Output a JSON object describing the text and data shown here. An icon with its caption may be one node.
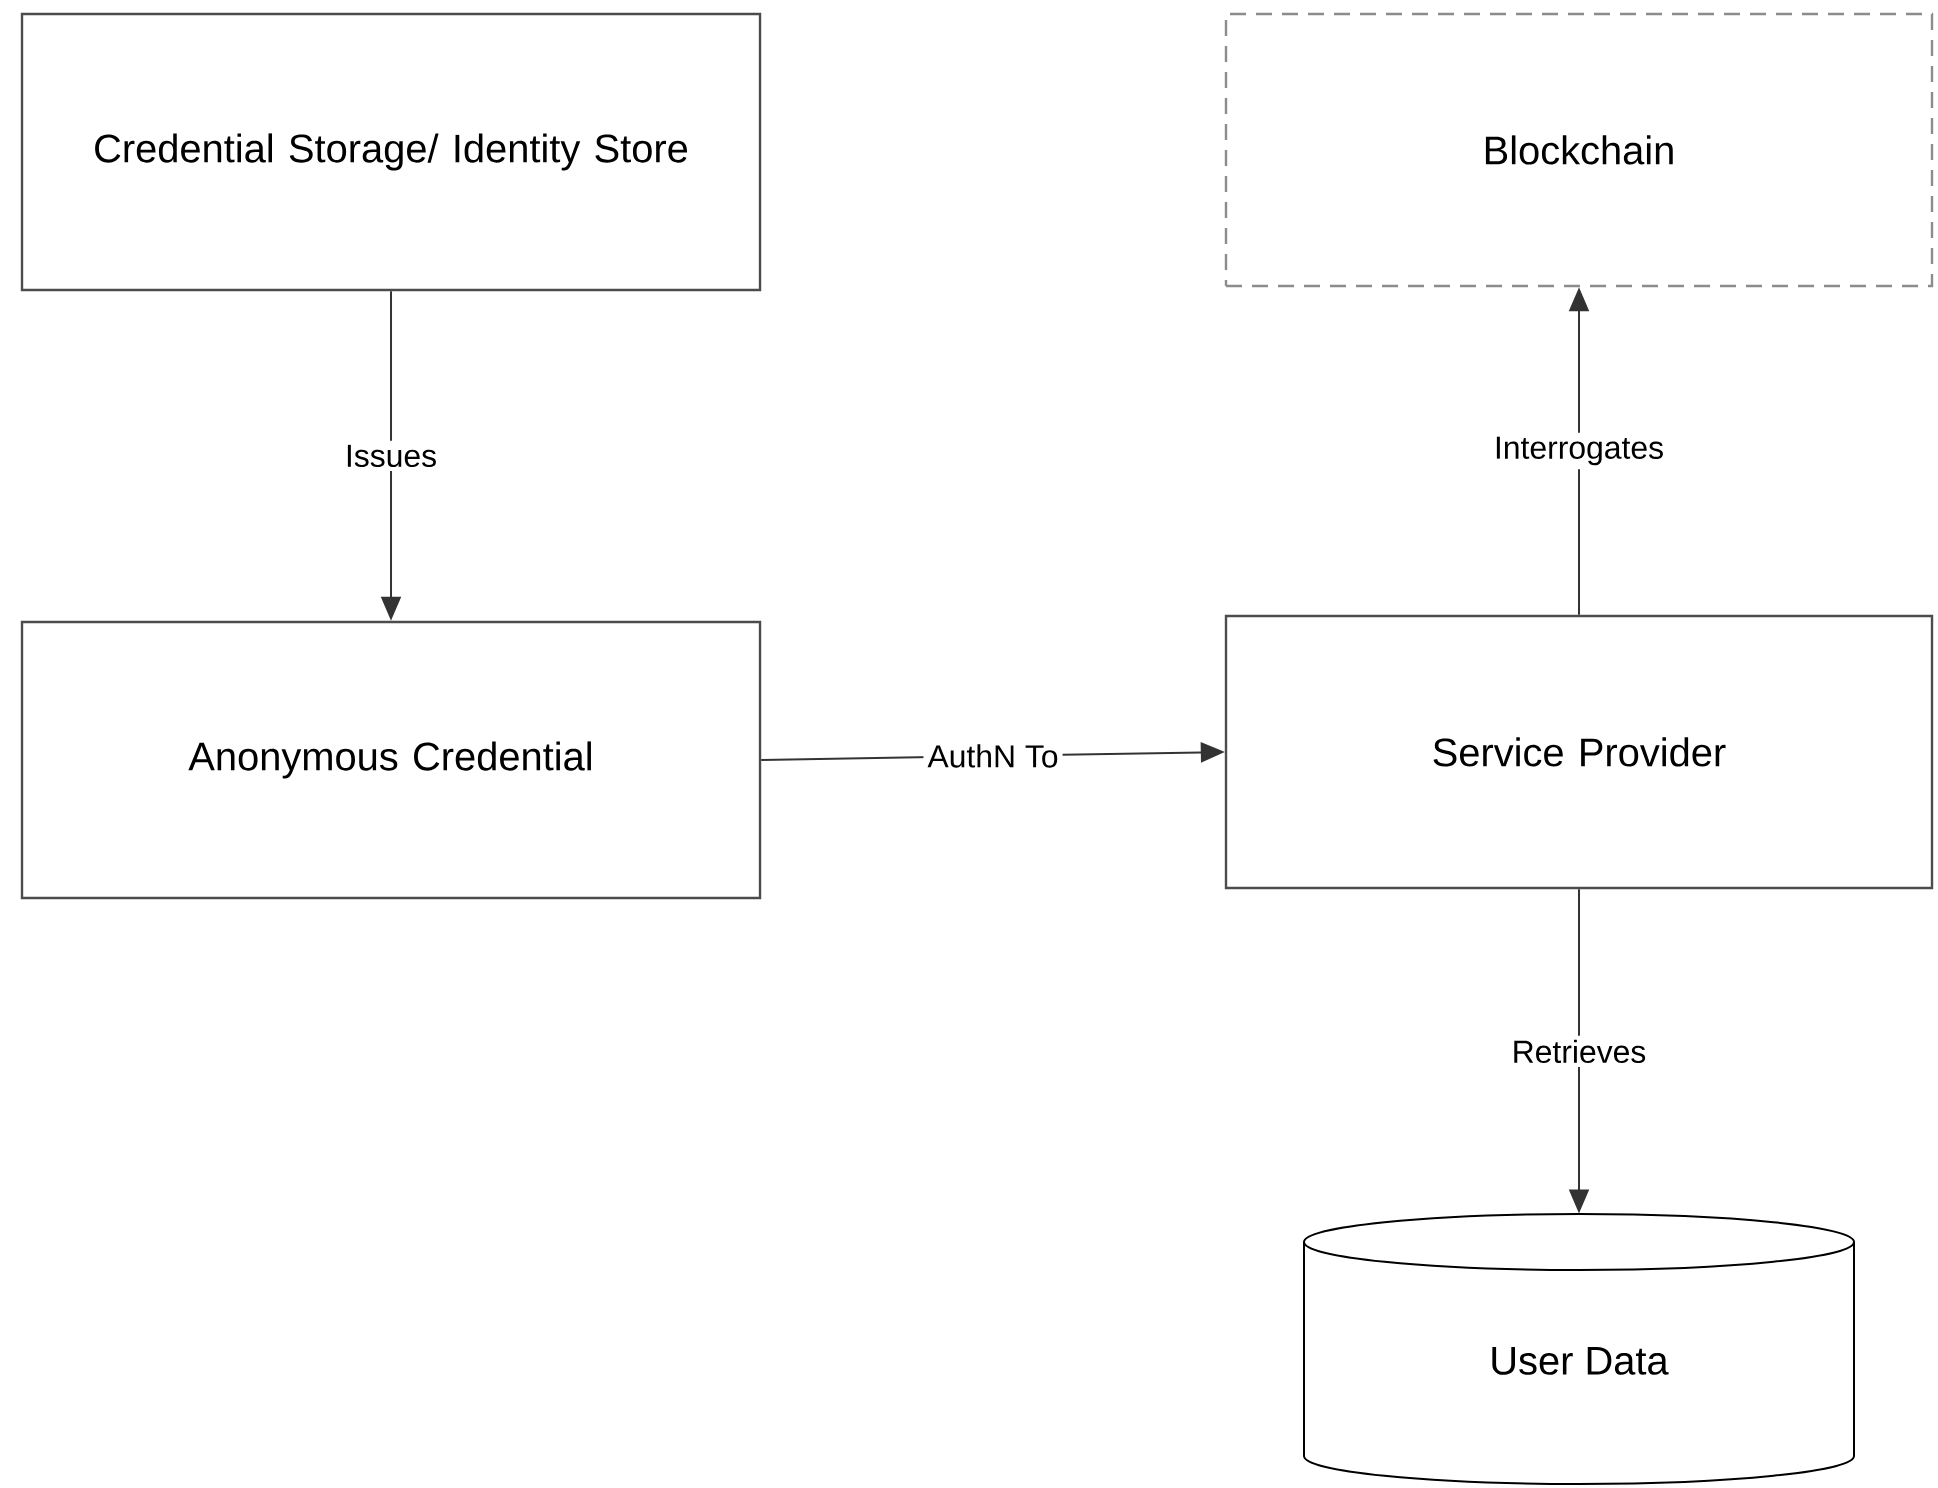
{
  "diagram": {
    "nodes": [
      {
        "text": [
          "Credential Storage/ Identity Store"
        ]
      },
      {
        "text": [
          "Blockchain"
        ]
      },
      {
        "text": [
          "Anonymous Credential"
        ]
      },
      {
        "text": [
          "Service Provider"
        ]
      },
      {
        "text": [
          "User Data"
        ]
      }
    ],
    "edges": [
      {
        "from": 0,
        "to": 2,
        "arrow": "to",
        "label": "Issues"
      },
      {
        "from": 2,
        "to": 3,
        "arrow": "to",
        "label": "AuthN To"
      },
      {
        "from": 3,
        "to": 1,
        "arrow": "to",
        "label": "Interrogates"
      },
      {
        "from": 3,
        "to": 4,
        "arrow": "to",
        "label": "Retrieves"
      }
    ]
  }
}
